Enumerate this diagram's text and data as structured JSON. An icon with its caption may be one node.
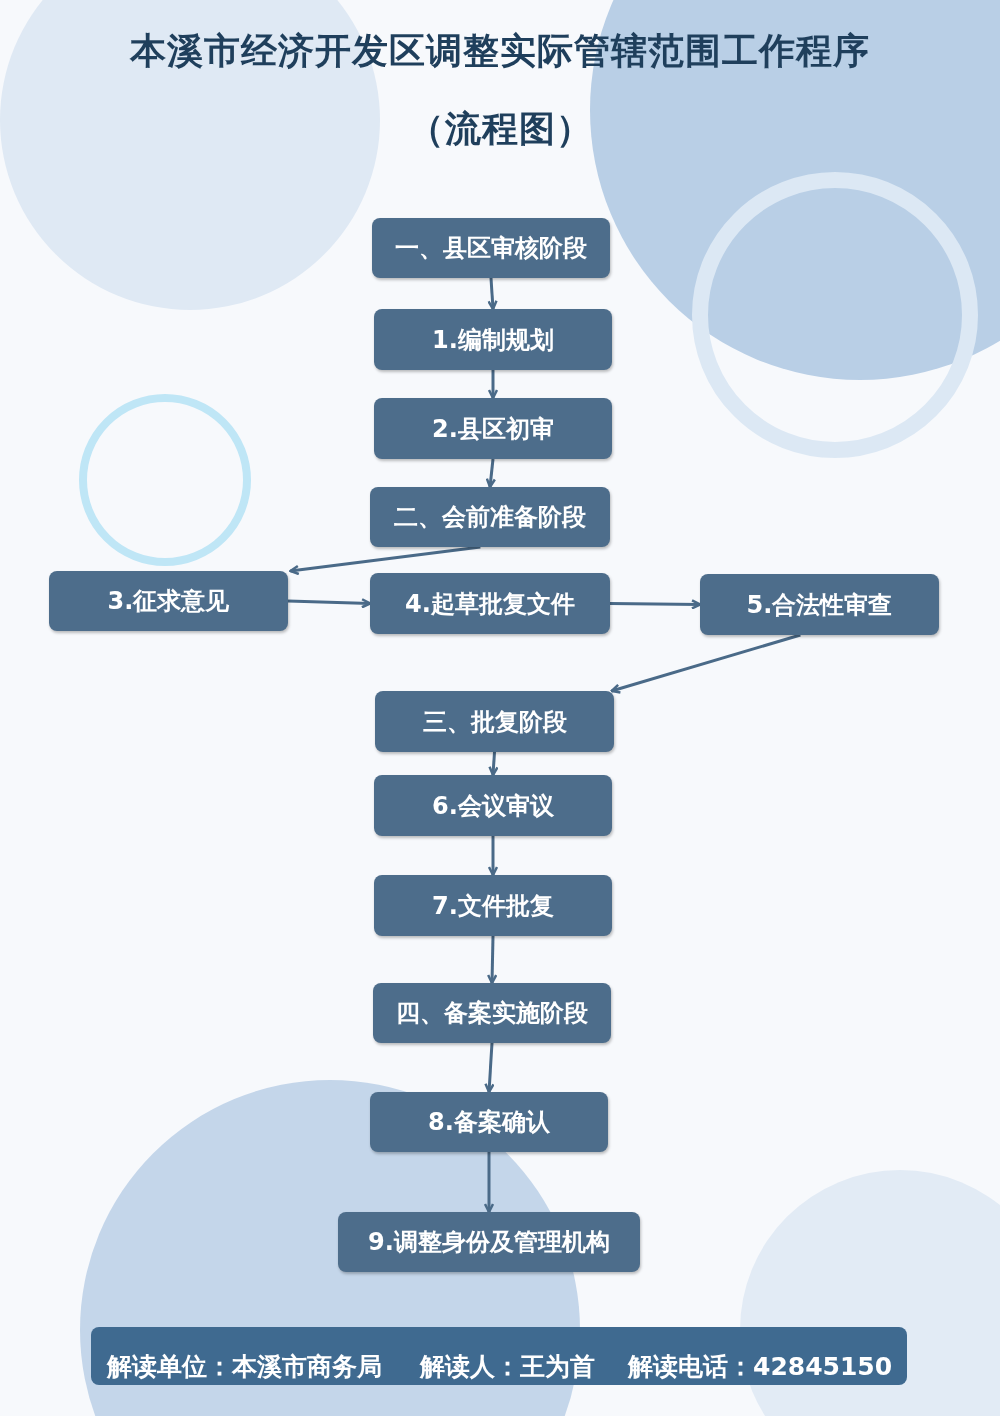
{
  "diagram": {
    "title": "本溪市经济开发区调整实际管辖范围工作程序（流程图）",
    "nodes": [
      {
        "text": [
          "一、县区审核阶段"
        ]
      },
      {
        "text": [
          "1.编制规划"
        ]
      },
      {
        "text": [
          "2.县区初审"
        ]
      },
      {
        "text": [
          "二、会前准备阶段"
        ]
      },
      {
        "text": [
          "3.征求意见"
        ]
      },
      {
        "text": [
          "4.起草批复文件"
        ]
      },
      {
        "text": [
          "5.合法性审查"
        ]
      },
      {
        "text": [
          "三、批复阶段"
        ]
      },
      {
        "text": [
          "6.会议审议"
        ]
      },
      {
        "text": [
          "7.文件批复"
        ]
      },
      {
        "text": [
          "四、备案实施阶段"
        ]
      },
      {
        "text": [
          "8.备案确认"
        ]
      },
      {
        "text": [
          "9.调整身份及管理机构"
        ]
      }
    ],
    "edges": [
      {
        "from": 0,
        "to": 1,
        "arrow": "to"
      },
      {
        "from": 1,
        "to": 2,
        "arrow": "to"
      },
      {
        "from": 2,
        "to": 3,
        "arrow": "to"
      },
      {
        "from": 3,
        "to": 4,
        "arrow": "to"
      },
      {
        "from": 4,
        "to": 5,
        "arrow": "to"
      },
      {
        "from": 5,
        "to": 6,
        "arrow": "to"
      },
      {
        "from": 6,
        "to": 7,
        "arrow": "to"
      },
      {
        "from": 7,
        "to": 8,
        "arrow": "to"
      },
      {
        "from": 8,
        "to": 9,
        "arrow": "to"
      },
      {
        "from": 9,
        "to": 10,
        "arrow": "to"
      },
      {
        "from": 10,
        "to": 11,
        "arrow": "to"
      },
      {
        "from": 11,
        "to": 12,
        "arrow": "to"
      }
    ],
    "labels": [
      "解读单位：本溪市商务局",
      "解读人：王为首",
      "解读电话：42845150"
    ]
  }
}
